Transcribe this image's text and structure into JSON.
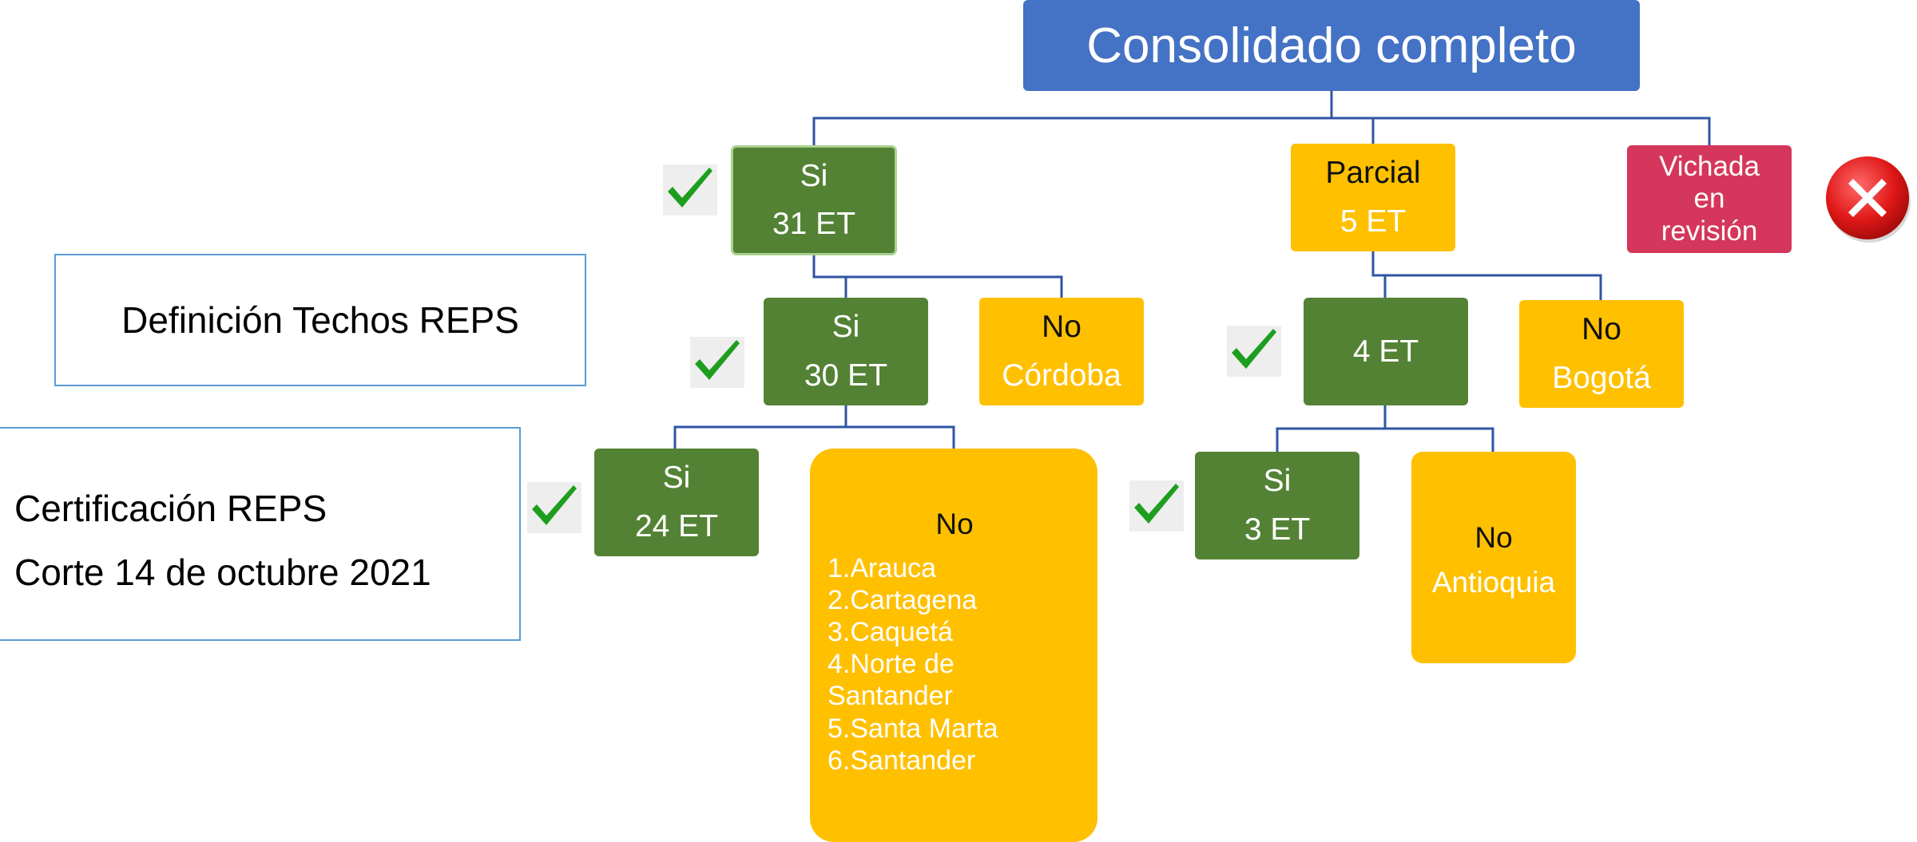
{
  "root": {
    "title": "Consolidado completo"
  },
  "level1": {
    "si": {
      "label": "Si",
      "count": "31 ET"
    },
    "parcial": {
      "label": "Parcial",
      "count": "5 ET"
    },
    "vichada": {
      "line1": "Vichada",
      "line2": "en",
      "line3": "revisión"
    }
  },
  "level2": {
    "si": {
      "label": "Si",
      "count": "30 ET"
    },
    "no": {
      "label": "No",
      "place": "Córdoba"
    },
    "parcial_yes": {
      "count": "4 ET"
    },
    "parcial_no": {
      "label": "No",
      "place": "Bogotá"
    }
  },
  "level3": {
    "si": {
      "label": "Si",
      "count": "24 ET"
    },
    "no": {
      "label": "No",
      "items": [
        "1.Arauca",
        "2.Cartagena",
        "3.Caquetá",
        "4.Norte de",
        "Santander",
        "5.Santa Marta",
        "6.Santander"
      ]
    },
    "parcial_si": {
      "label": "Si",
      "count": "3 ET"
    },
    "parcial_no": {
      "label": "No",
      "place": "Antioquia"
    }
  },
  "side_labels": {
    "techos": "Definición Techos REPS",
    "cert_line1": "Certificación REPS",
    "cert_line2": "Corte 14 de octubre 2021"
  },
  "colors": {
    "blue": "#4472c4",
    "green": "#548235",
    "yellow": "#ffc000",
    "red": "#d5365b",
    "connector": "#2f55a4",
    "check": "#1e9e1e",
    "cross": "#e02020"
  },
  "icons": [
    "check-icon",
    "close-icon"
  ]
}
